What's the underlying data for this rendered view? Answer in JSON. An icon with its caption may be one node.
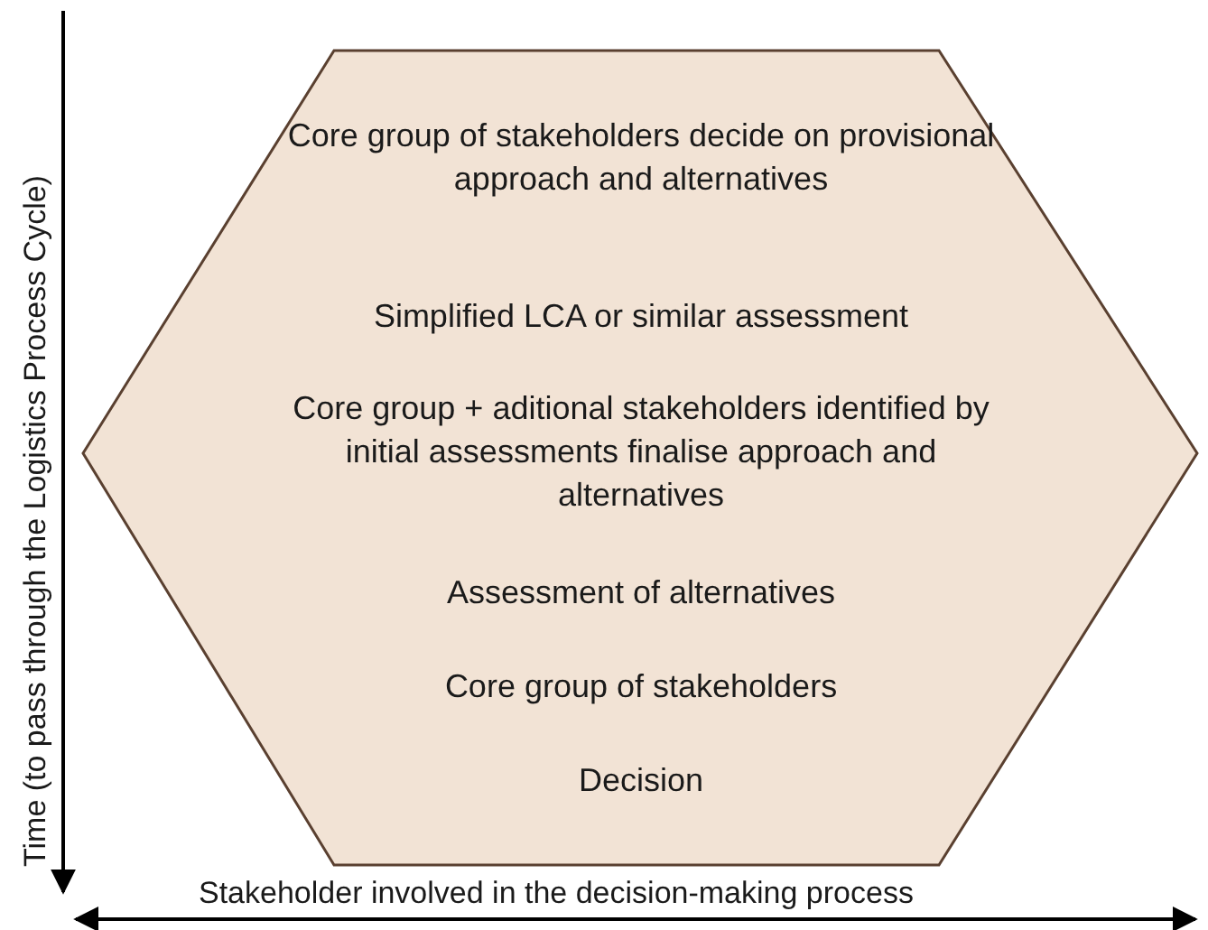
{
  "diagram": {
    "nodes": [
      {
        "text": [
          "Core group of stakeholders decide on provisional approach and alternatives",
          "Simplified LCA or similar assessment",
          "Core group + aditional stakeholders identified by initial assessments finalise approach and alternatives",
          "Assessment of alternatives",
          "Core group of stakeholders",
          "Decision"
        ]
      }
    ],
    "labels": [
      "Time (to pass through the Logistics Process Cycle)",
      "Stakeholder involved in the decision-making process"
    ]
  }
}
